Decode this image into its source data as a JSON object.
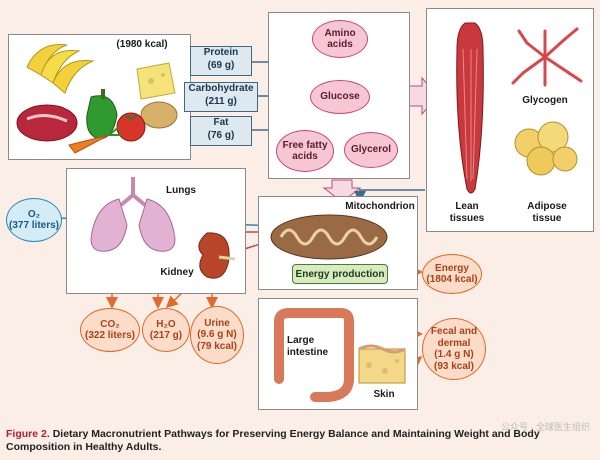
{
  "food": {
    "kcal": "(1980 kcal)"
  },
  "nutrients": [
    {
      "name": "Protein",
      "amount": "(69 g)"
    },
    {
      "name": "Carbohydrate",
      "amount": "(211 g)"
    },
    {
      "name": "Fat",
      "amount": "(76 g)"
    }
  ],
  "metabolites": {
    "amino": "Amino acids",
    "glucose": "Glucose",
    "ffa": "Free fatty acids",
    "glycerol": "Glycerol"
  },
  "tissues": {
    "glycogen": "Glycogen",
    "lean": "Lean tissues",
    "adipose": "Adipose tissue"
  },
  "organs": {
    "lungs": "Lungs",
    "kidney": "Kidney",
    "mitochondrion": "Mitochondrion",
    "energy_production": "Energy production",
    "large_intestine": "Large intestine",
    "skin": "Skin"
  },
  "inputs": {
    "o2_label": "O₂",
    "o2_amount": "(377 liters)"
  },
  "outputs": {
    "co2_label": "CO₂",
    "co2_amount": "(322 liters)",
    "h2o_label": "H₂O",
    "h2o_amount": "(217 g)",
    "urine_label": "Urine",
    "urine_n": "(9.6 g N)",
    "urine_kcal": "(79 kcal)",
    "energy_label": "Energy",
    "energy_amount": "(1804 kcal)",
    "fecal_label": "Fecal and dermal",
    "fecal_n": "(1.4 g N)",
    "fecal_kcal": "(93 kcal)"
  },
  "caption": {
    "figure": "Figure 2.",
    "text": "Dietary Macronutrient Pathways for Preserving Energy Balance and Maintaining Weight and Body Composition in Healthy Adults."
  },
  "watermark": "公众号 · 全球医生组织",
  "colors": {
    "arrow_blue": "#3a6e8e",
    "arrow_orange": "#e06a2b",
    "pink_node": "#f6c6d4",
    "nutrient_box": "#dde9ef",
    "energy_box": "#d7ebc0",
    "background": "#fbeee6"
  }
}
